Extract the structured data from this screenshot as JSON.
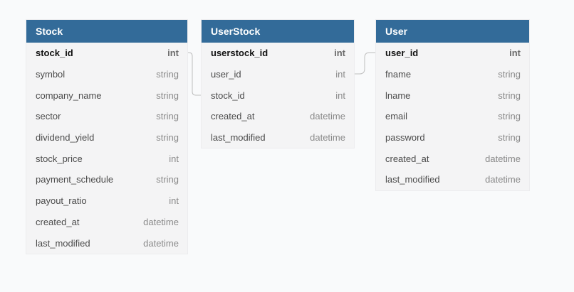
{
  "tables": {
    "stock": {
      "title": "Stock",
      "fields": [
        {
          "name": "stock_id",
          "type": "int"
        },
        {
          "name": "symbol",
          "type": "string"
        },
        {
          "name": "company_name",
          "type": "string"
        },
        {
          "name": "sector",
          "type": "string"
        },
        {
          "name": "dividend_yield",
          "type": "string"
        },
        {
          "name": "stock_price",
          "type": "int"
        },
        {
          "name": "payment_schedule",
          "type": "string"
        },
        {
          "name": "payout_ratio",
          "type": "int"
        },
        {
          "name": "created_at",
          "type": "datetime"
        },
        {
          "name": "last_modified",
          "type": "datetime"
        }
      ]
    },
    "userstock": {
      "title": "UserStock",
      "fields": [
        {
          "name": "userstock_id",
          "type": "int"
        },
        {
          "name": "user_id",
          "type": "int"
        },
        {
          "name": "stock_id",
          "type": "int"
        },
        {
          "name": "created_at",
          "type": "datetime"
        },
        {
          "name": "last_modified",
          "type": "datetime"
        }
      ]
    },
    "user": {
      "title": "User",
      "fields": [
        {
          "name": "user_id",
          "type": "int"
        },
        {
          "name": "fname",
          "type": "string"
        },
        {
          "name": "lname",
          "type": "string"
        },
        {
          "name": "email",
          "type": "string"
        },
        {
          "name": "password",
          "type": "string"
        },
        {
          "name": "created_at",
          "type": "datetime"
        },
        {
          "name": "last_modified",
          "type": "datetime"
        }
      ]
    }
  },
  "colors": {
    "header": "#336b99",
    "connector": "#bdbdbd"
  }
}
